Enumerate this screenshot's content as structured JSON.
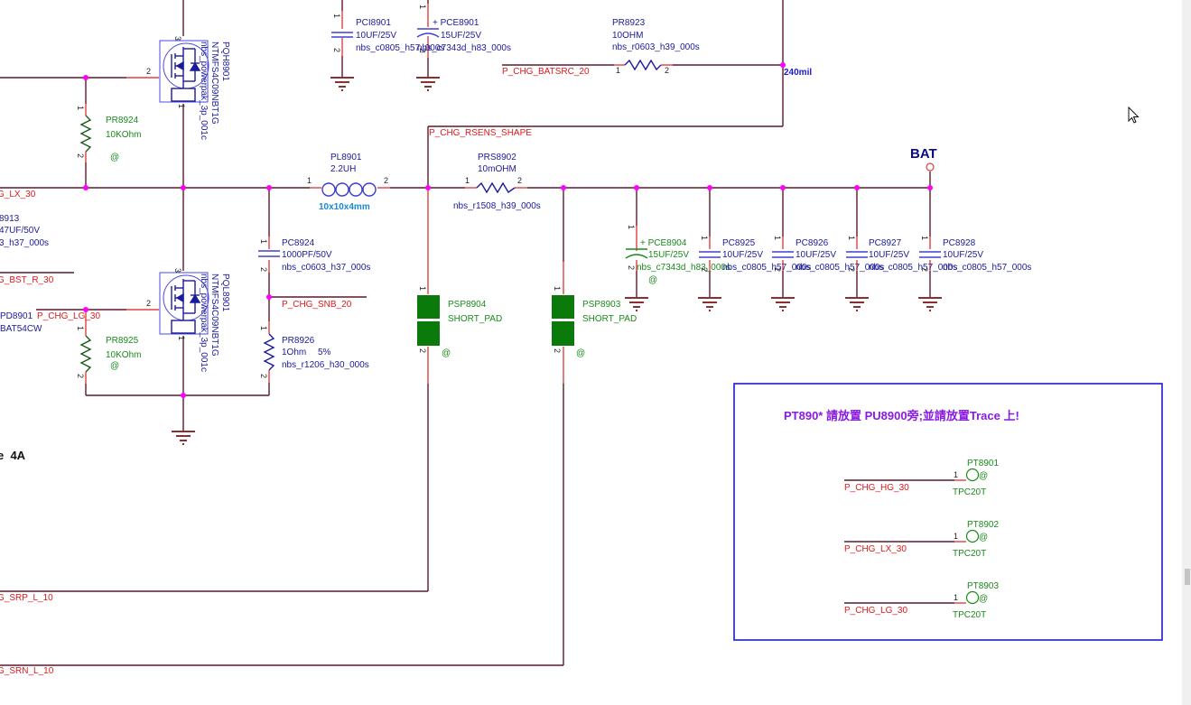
{
  "schematic": {
    "nets": {
      "lx_left": "G_LX_30",
      "bst_r": "G_BST_R_30",
      "lg": "P_CHG_LG_30",
      "batsrc": "P_CHG_BATSRC_20",
      "rsens_shape": "P_CHG_RSENS_SHAPE",
      "snb": "P_CHG_SNB_20",
      "srp": "G_SRP_L_10",
      "srn": "G_SRN_L_10",
      "width_note": "240mil",
      "bat": "BAT"
    },
    "left_fragment": {
      "cap_ref": "8913",
      "cap_value": "47UF/50V",
      "cap_fp": "3_h37_000s",
      "diode_ref": "PD8901",
      "diode_part": "BAT54CW",
      "note": "e  4A"
    },
    "components": {
      "pqh8901": {
        "ref": "PQH8901",
        "part": "NTMFS4C09NBT1G",
        "fp": "nbs_powerpak_3p_001c",
        "pin_g": "2",
        "pin_d": "3",
        "pin_s": "1"
      },
      "pql8901": {
        "ref": "PQL8901",
        "part": "NTMFS4C09NBT1G",
        "fp": "nbs_powerpak_3p_001c",
        "pin_g": "2",
        "pin_d": "3",
        "pin_s": "1"
      },
      "pr8924": {
        "ref": "PR8924",
        "value": "10KOhm",
        "mark": "@",
        "p1": "1",
        "p2": "2"
      },
      "pr8925": {
        "ref": "PR8925",
        "value": "10KOhm",
        "mark": "@",
        "p1": "1",
        "p2": "2"
      },
      "pci8901": {
        "ref": "PCI8901",
        "value": "10UF/25V",
        "fp": "nbs_c0805_h57_000s",
        "p1": "1",
        "p2": "2"
      },
      "pce8901": {
        "ref": "+ PCE8901",
        "value": "15UF/25V",
        "fp": "nbs_c7343d_h83_000s",
        "p1": "1",
        "p2": "2"
      },
      "pr8923": {
        "ref": "PR8923",
        "value": "10OHM",
        "fp": "nbs_r0603_h39_000s",
        "p1": "1",
        "p2": "2"
      },
      "pl8901": {
        "ref": "PL8901",
        "value": "2.2UH",
        "size": "10x10x4mm",
        "p1": "1",
        "p2": "2"
      },
      "prs8902": {
        "ref": "PRS8902",
        "value": "10mOHM",
        "fp": "nbs_r1508_h39_000s",
        "p1": "1",
        "p2": "2"
      },
      "pc8924": {
        "ref": "PC8924",
        "value": "1000PF/50V",
        "fp": "nbs_c0603_h37_000s",
        "p1": "1",
        "p2": "2"
      },
      "pr8926": {
        "ref": "PR8926",
        "value": "1Ohm",
        "tol": "5%",
        "fp": "nbs_r1206_h30_000s",
        "p1": "1",
        "p2": "2"
      },
      "psp8904": {
        "ref": "PSP8904",
        "value": "SHORT_PAD",
        "mark": "@",
        "p1": "1",
        "p2": "2"
      },
      "psp8903": {
        "ref": "PSP8903",
        "value": "SHORT_PAD",
        "mark": "@",
        "p1": "1",
        "p2": "2"
      },
      "pce8904": {
        "ref": "+ PCE8904",
        "value": "15UF/25V",
        "fp": "nbs_c7343d_h83_000s",
        "mark": "@",
        "p1": "1",
        "p2": "2"
      },
      "pc8925": {
        "ref": "PC8925",
        "value": "10UF/25V",
        "fp": "nbs_c0805_h57_000s",
        "p1": "1",
        "p2": "2"
      },
      "pc8926": {
        "ref": "PC8926",
        "value": "10UF/25V",
        "fp": "nbs_c0805_h57_000s",
        "p1": "1",
        "p2": "2"
      },
      "pc8927": {
        "ref": "PC8927",
        "value": "10UF/25V",
        "fp": "nbs_c0805_h57_000s",
        "p1": "1",
        "p2": "2"
      },
      "pc8928": {
        "ref": "PC8928",
        "value": "10UF/25V",
        "fp": "nbs_c0805_h57_000s",
        "p1": "1",
        "p2": "2"
      }
    },
    "testpoint_box": {
      "note": "PT890* 請放置 PU8900旁;並請放置Trace 上!",
      "items": [
        {
          "net": "P_CHG_HG_30",
          "ref": "PT8901",
          "part": "TPC20T",
          "pin": "1",
          "mark": "@"
        },
        {
          "net": "P_CHG_LX_30",
          "ref": "PT8902",
          "part": "TPC20T",
          "pin": "1",
          "mark": "@"
        },
        {
          "net": "P_CHG_LG_30",
          "ref": "PT8903",
          "part": "TPC20T",
          "pin": "1",
          "mark": "@"
        }
      ]
    }
  },
  "colors": {
    "wire": "#5a1a2e",
    "pin": "#e04040",
    "junction": "#ff00ff",
    "net_label": "#e01818",
    "ref_text": "#1a1a9a",
    "green_text": "#1a8a1a",
    "note_purple": "#8a1ae0",
    "box_border": "#1a1ad0",
    "short_pad": "#0a7a0a"
  }
}
